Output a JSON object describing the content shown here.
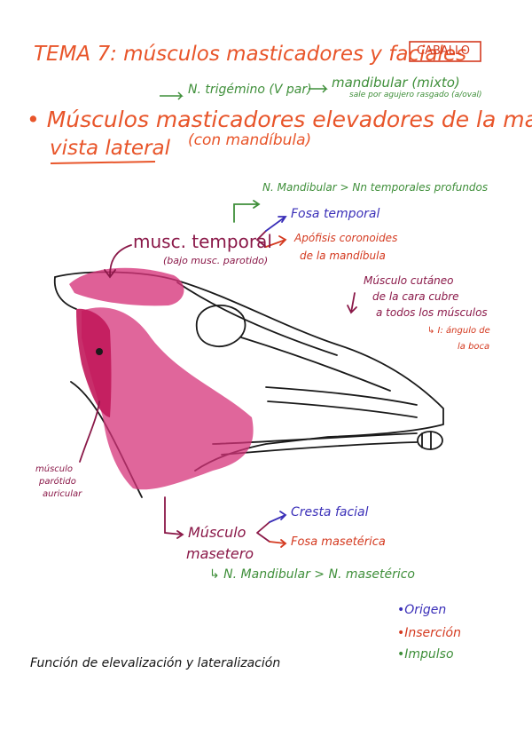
{
  "header": {
    "title": "TEMA 7: músculos masticadores y faciales",
    "species_box": "CABALLO",
    "nerve_main": "N. trigémino (V par)",
    "nerve_branch": "mandibular (mixto)",
    "nerve_note": "sale por agujero rasgado (a/oval)"
  },
  "heading": {
    "line1": "• Músculos masticadores elevadores de la mandíbula",
    "line2_underlined": "vista lateral",
    "line2_rest": "(con mandíbula)"
  },
  "temporal": {
    "nerve": "N. Mandibular > Nn temporales profundos",
    "label": "musc. temporal",
    "note": "(bajo musc. parotido)",
    "origin": "Fosa temporal",
    "insertion_1": "Apófisis coronoides",
    "insertion_2": "de la mandíbula"
  },
  "cutaneo": {
    "line1": "Músculo cutáneo",
    "line2": "de la cara cubre",
    "line3": "a todos los músculos",
    "note_1": "↳ I: ángulo de",
    "note_2": "la boca"
  },
  "parotido": {
    "line1": "músculo",
    "line2": "parótido",
    "line3": "auricular"
  },
  "masetero": {
    "label_1": "Músculo",
    "label_2": "masetero",
    "origin": "Cresta facial",
    "insertion": "Fosa masetérica",
    "nerve": "↳ N. Mandibular > N. masetérico"
  },
  "legend": {
    "origin": "•Origen",
    "insertion": "•Inserción",
    "impulse": "•Impulso"
  },
  "footer": {
    "function": "Función de elevalización y lateralización"
  },
  "colors": {
    "title": "#e8552a",
    "nerve": "#3f8f3a",
    "muscle_label": "#8a1848",
    "origin": "#3a2fb8",
    "insertion": "#d43a20",
    "muscle_fill": "#d6337a"
  }
}
